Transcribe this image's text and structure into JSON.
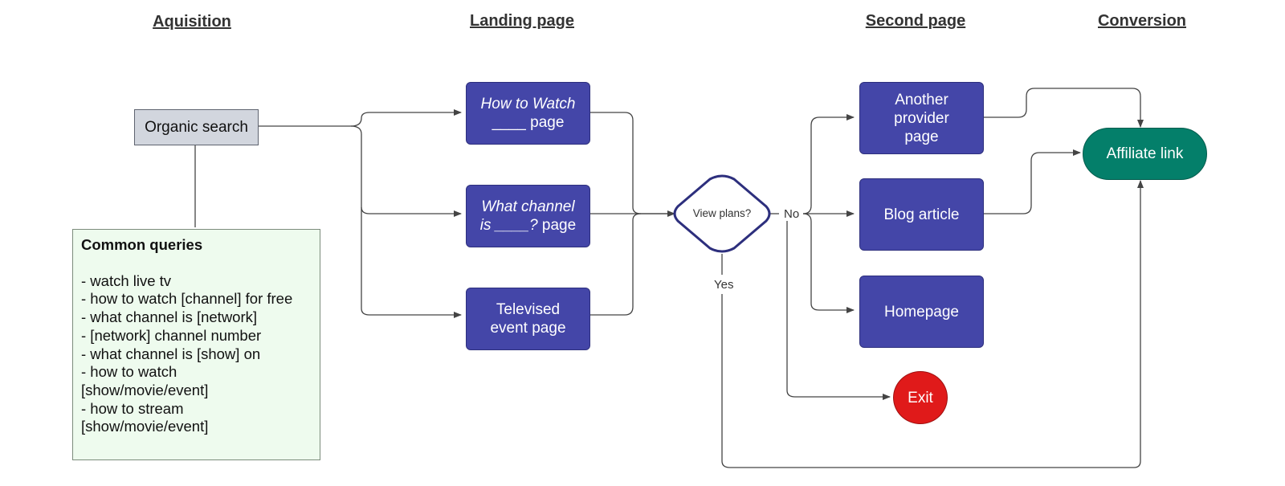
{
  "headers": {
    "acquisition": "Aquisition",
    "landing": "Landing page",
    "second": "Second page",
    "conversion": "Conversion"
  },
  "nodes": {
    "organic_search": "Organic search",
    "landing_1_italic": "How to Watch",
    "landing_1_rest": "____ page",
    "landing_2_italic_a": "What channel",
    "landing_2_italic_b": "is ____?",
    "landing_2_rest": " page",
    "landing_3": "Televised event page",
    "decision": "View plans?",
    "second_1": "Another provider page",
    "second_2": "Blog article",
    "second_3": "Homepage",
    "exit": "Exit",
    "affiliate": "Affiliate link"
  },
  "edge_labels": {
    "no": "No",
    "yes": "Yes"
  },
  "common_queries": {
    "title": "Common queries",
    "items": "- watch live tv\n- how to watch [channel] for free\n- what channel is [network]\n- [network] channel number\n- what channel is [show] on\n- how to watch\n[show/movie/event]\n- how to stream\n[show/movie/event]"
  },
  "colors": {
    "page_node": "#4446a8",
    "source_node": "#d2d6de",
    "conversion_node": "#047f6a",
    "exit_node": "#e01a1a",
    "note": "#eefbee",
    "decision_border": "#2d2f7d",
    "connector": "#444444"
  }
}
